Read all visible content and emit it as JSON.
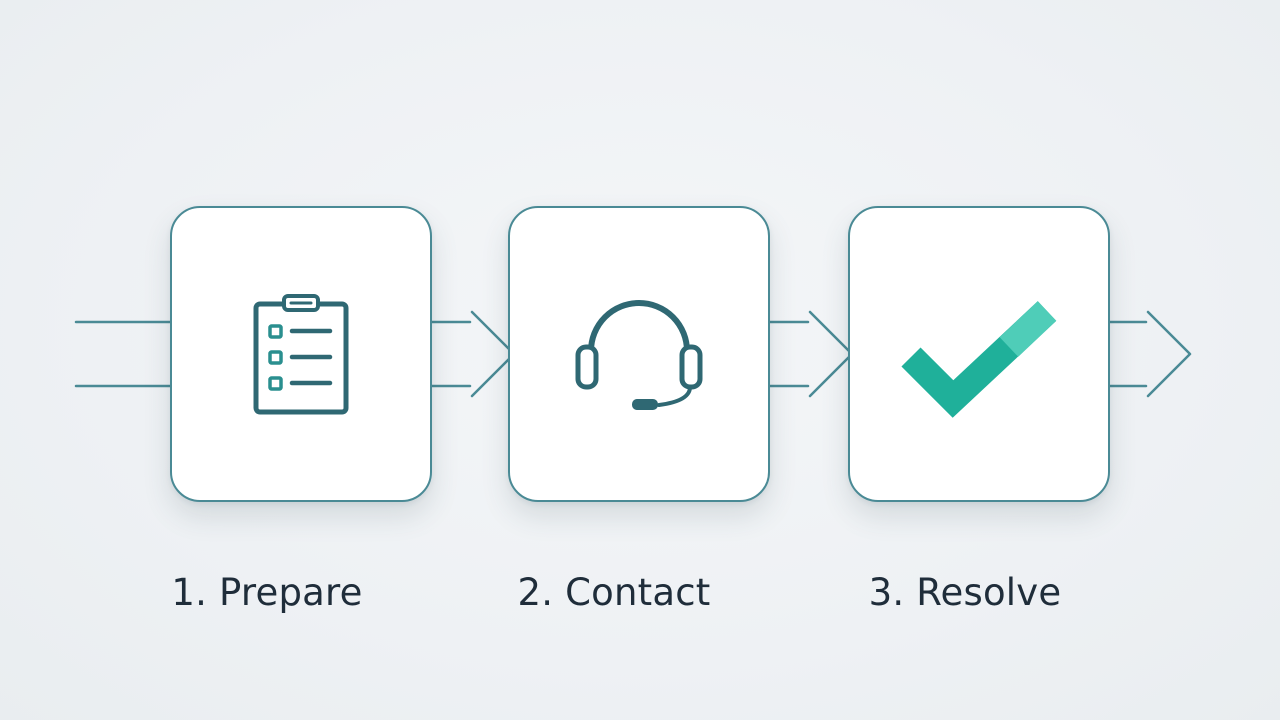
{
  "colors": {
    "card_border": "#4a8a95",
    "flow_line": "#4a8a95",
    "icon_dark": "#2f6873",
    "check_accent": "#1fb09a",
    "label_text": "#1f2d3a"
  },
  "steps": [
    {
      "label": "1. Prepare",
      "icon": "clipboard-checklist-icon"
    },
    {
      "label": "2. Contact",
      "icon": "headset-icon"
    },
    {
      "label": "3. Resolve",
      "icon": "checkmark-icon"
    }
  ]
}
